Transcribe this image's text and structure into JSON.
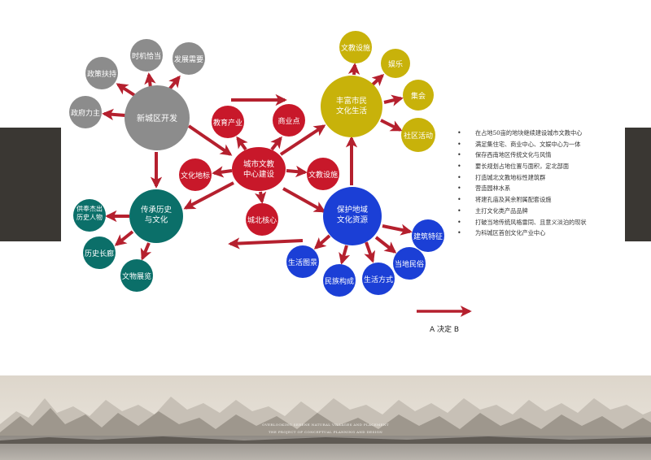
{
  "nodes": {
    "center": "城市文教\n中心建设",
    "new_district": "新城区开发",
    "rich_life": "丰富市民\n文化生活",
    "heritage": "传承历史\n与文化",
    "protect": "保护地域\n文化资源",
    "education": "教育产业",
    "commerce": "商业点",
    "culture_landmark": "文化地标",
    "culture_facility_center": "文教设施",
    "north_core": "城北核心",
    "timing": "时机恰当",
    "development_need": "发展需要",
    "policy_support": "政策扶持",
    "government": "政府力主",
    "culture_facility_top": "文教设施",
    "entertainment": "娱乐",
    "gathering": "集会",
    "community": "社区活动",
    "famous_people": "供奉杰出\n历史人物",
    "history_gallery": "历史长廊",
    "exhibition": "文物展览",
    "building_feature": "建筑特征",
    "local_custom": "当地民俗",
    "life_scene": "生活图景",
    "life_style": "生活方式",
    "ethnic": "民族构成"
  },
  "legend": {
    "label": "A  决定  B"
  },
  "notes": [
    "在占地50亩的地块继续建设城市文教中心",
    "满足集住宅、商业中心、文娱中心为一体",
    "保存西南地区传统文化与风情",
    "要长规划占地位置与面积，定北部面",
    "打造城北文教地标性建筑群",
    "营造园林水系",
    "将建孔庙及其余附属配套设施",
    "主打文化类产品品牌",
    "打破当地传统风格雷同、且意义淡泊的现状",
    "为科城区首创文化产业中心"
  ],
  "footer": {
    "line1": "OVERLOOKING SERENE NATURAL VILLAGES AND PLACEMENT",
    "line2": "THE PROJECT OF CONCEPTUAL PLANNING AND DESIGN"
  },
  "colors": {
    "red": "#c8182a",
    "gray": "#8c8c8c",
    "yellow": "#c8b20a",
    "teal": "#0b6f69",
    "blue": "#1b3fd6",
    "arrow": "#b5202e"
  }
}
